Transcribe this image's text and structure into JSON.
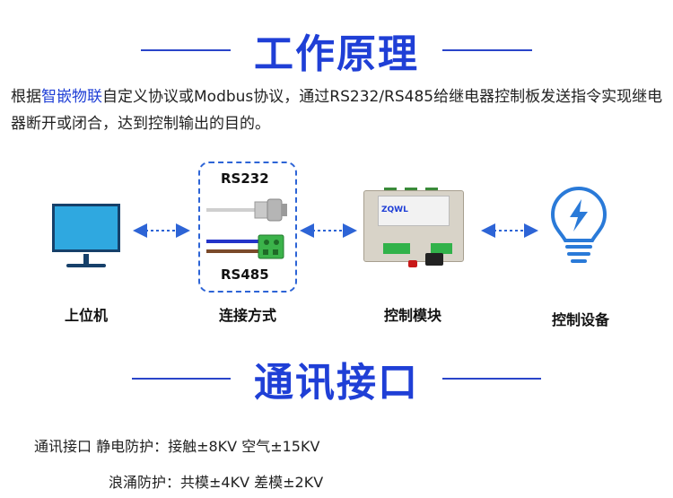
{
  "section1": {
    "title": "工作原理"
  },
  "intro": {
    "part1": "根据",
    "brand": "智嵌物联",
    "part2": "自定义协议或Modbus协议，通过RS232/RS485给继电器控制板发送指令实现继电器断开或闭合，达到控制输出的目的。"
  },
  "nodes": {
    "computer": "上位机",
    "connection": "连接方式",
    "module": "控制模块",
    "device": "控制设备"
  },
  "connection": {
    "rs232": "RS232",
    "rs485": "RS485"
  },
  "module": {
    "logo": "ZQWL"
  },
  "section2": {
    "title": "通讯接口"
  },
  "specs": {
    "line1": "通讯接口 静电防护：接触±8KV  空气±15KV",
    "line2": "浪涌防护：共模±4KV 差模±2KV"
  },
  "colors": {
    "accent": "#1f3fd6",
    "screen": "#2fa8e0",
    "terminal": "#31b24a"
  }
}
